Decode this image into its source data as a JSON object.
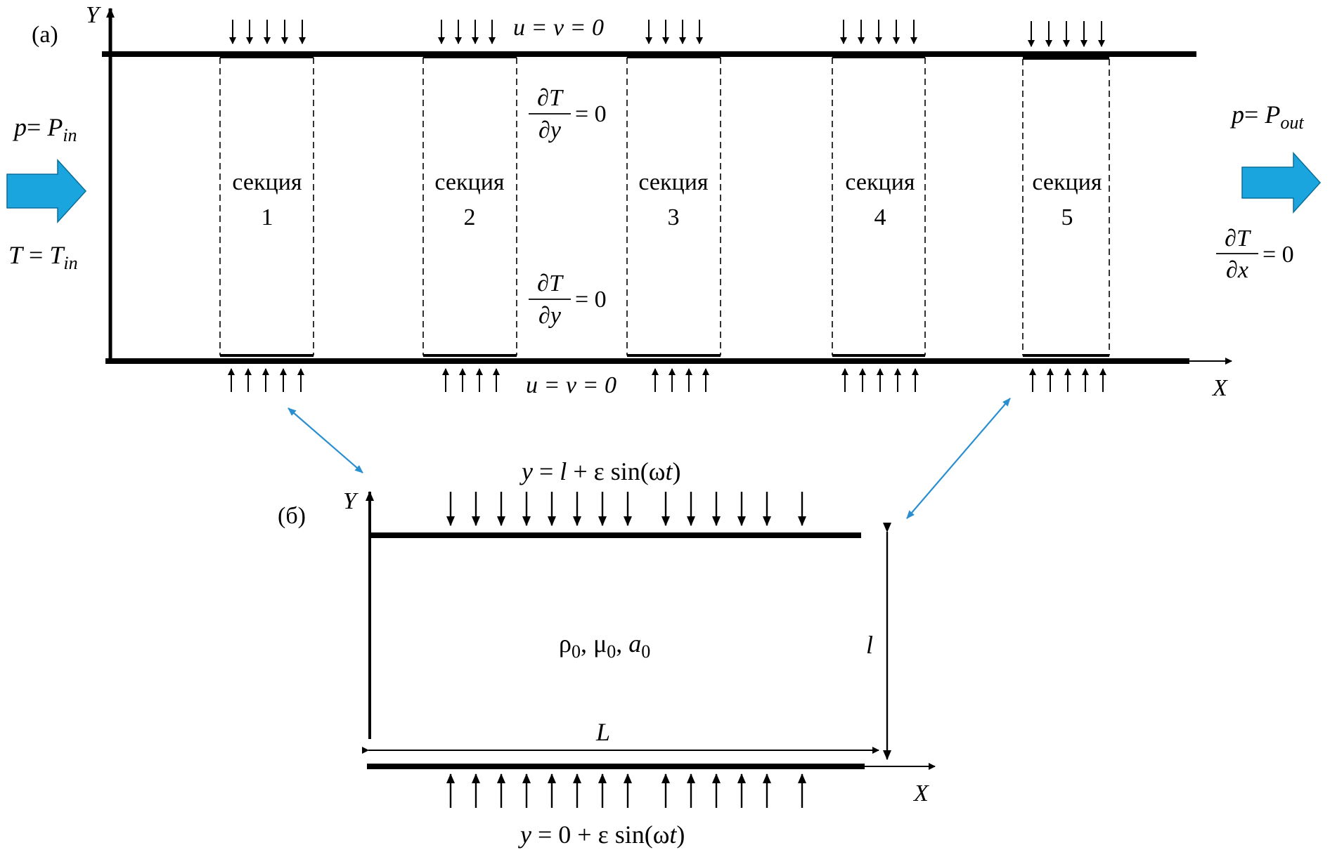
{
  "panel_a": {
    "label": "(а)",
    "y_axis": "Y",
    "x_axis": "X",
    "wall_bc_top": "u = v = 0",
    "wall_bc_bottom": "u = v = 0",
    "sections": [
      {
        "word": "секция",
        "num": "1"
      },
      {
        "word": "секция",
        "num": "2"
      },
      {
        "word": "секция",
        "num": "3"
      },
      {
        "word": "секция",
        "num": "4"
      },
      {
        "word": "секция",
        "num": "5"
      }
    ],
    "dT_dy_top": {
      "num": "∂T",
      "den": "∂y",
      "rhs": "= 0"
    },
    "dT_dy_bottom": {
      "num": "∂T",
      "den": "∂y",
      "rhs": "= 0"
    },
    "inlet": {
      "p": "p",
      "eq": "= ",
      "P": "P",
      "sub": "in",
      "T": "T",
      "T_sub_base": "T",
      "T_sub": "in"
    },
    "outlet": {
      "p": "p",
      "eq": "= ",
      "P": "P",
      "sub": "out",
      "num": "∂T",
      "den": "∂x",
      "rhs": "= 0"
    },
    "colors": {
      "arrow": "#1aa5df",
      "link": "#2a8fd0"
    }
  },
  "panel_b": {
    "label": "(б)",
    "y_axis": "Y",
    "x_axis": "X",
    "top_eq": {
      "a": "y",
      "b": " = ",
      "c": "l",
      "d": " + ε sin(ω",
      "e": "t",
      "f": ")"
    },
    "bottom_eq": {
      "a": "y",
      "b": " = 0 + ε sin(ω",
      "c": "t",
      "d": ")"
    },
    "props": {
      "rho": "ρ",
      "mu": "μ",
      "a": "a",
      "sub": "0",
      "sep": ", "
    },
    "height": "l",
    "length": "L"
  }
}
